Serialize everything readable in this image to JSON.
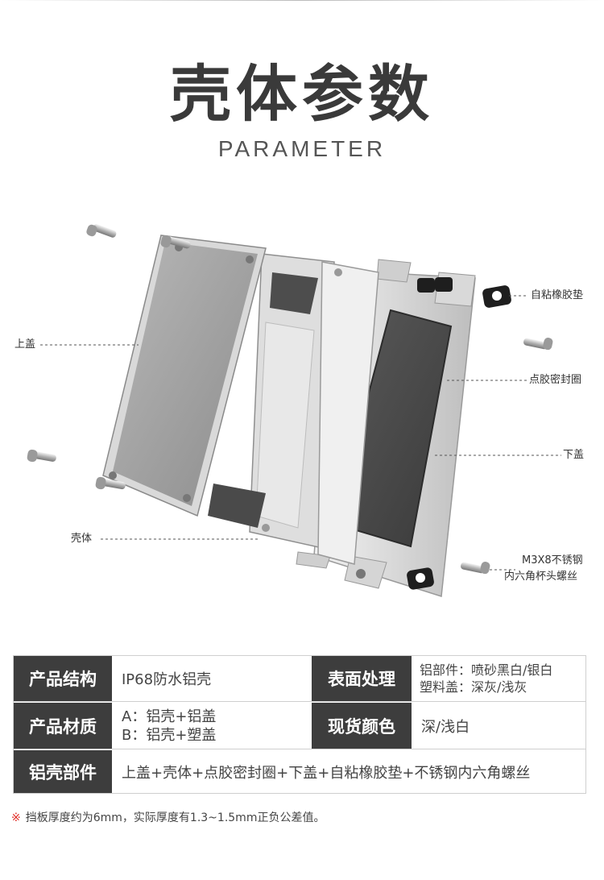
{
  "header": {
    "title": "壳体参数",
    "subtitle": "PARAMETER"
  },
  "callouts": {
    "top_cover": "上盖",
    "shell": "壳体",
    "rubber_pad": "自粘橡胶垫",
    "seal_ring": "点胶密封圈",
    "bottom_cover": "下盖",
    "screw_line1": "M3X8不锈钢",
    "screw_line2": "内六角杯头螺丝"
  },
  "spec_table": {
    "product_structure_label": "产品结构",
    "product_structure_value": "IP68防水铝壳",
    "surface_label": "表面处理",
    "surface_value_1": "铝部件：喷砂黑白/银白",
    "surface_value_2": "塑料盖：深灰/浅灰",
    "material_label": "产品材质",
    "material_value_1": "A：铝壳+铝盖",
    "material_value_2": "B：铝壳+塑盖",
    "color_label": "现货颜色",
    "color_value": "深/浅白",
    "parts_label": "铝壳部件",
    "parts_value": "上盖+壳体+点胶密封圈+下盖+自粘橡胶垫+不锈钢内六角螺丝"
  },
  "note": {
    "mark": "※",
    "text": "挡板厚度约为6mm，实际厚度有1.3~1.5mm正负公差值。"
  },
  "colors": {
    "label_bg": "#3d3d3d",
    "note_mark": "#e0302a",
    "border": "#cfcfcf"
  }
}
